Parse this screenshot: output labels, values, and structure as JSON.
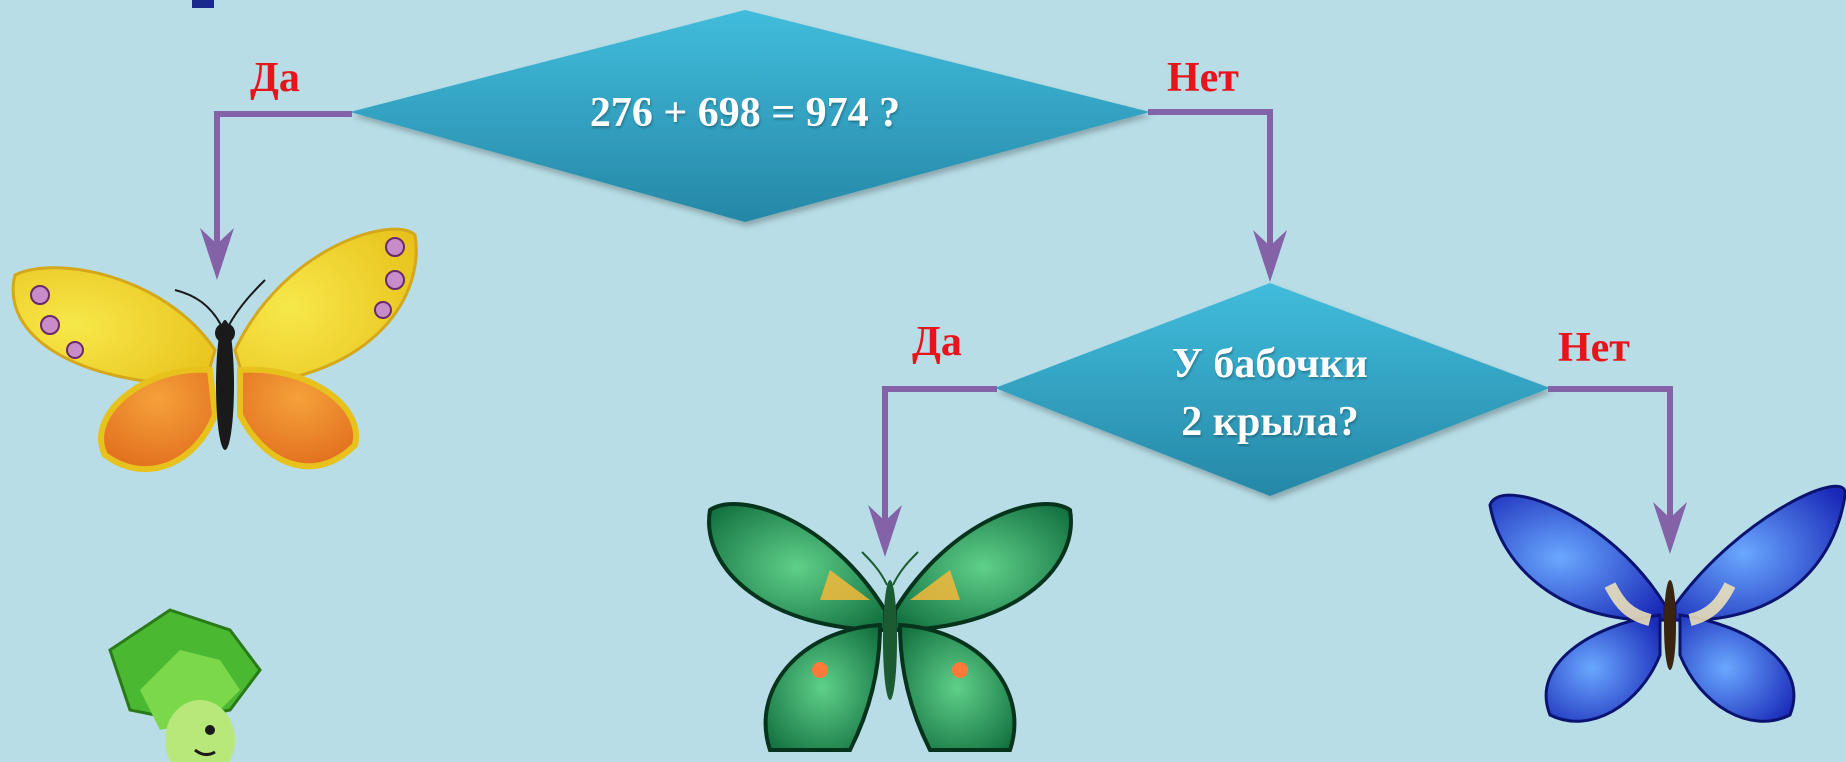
{
  "decision1": {
    "question": "276 + 698 = 974 ?",
    "yes_label": "Да",
    "no_label": "Нет"
  },
  "decision2": {
    "question_line1": "У бабочки",
    "question_line2": "2 крыла?",
    "yes_label": "Да",
    "no_label": "Нет"
  },
  "colors": {
    "background": "#b8dde6",
    "diamond_top": "#3cb4d4",
    "diamond_bottom": "#2a8aa8",
    "connector": "#8462a8",
    "label": "#e8141c"
  },
  "images": [
    "yellow-butterfly",
    "green-butterfly",
    "blue-butterfly",
    "cartoon-character"
  ]
}
